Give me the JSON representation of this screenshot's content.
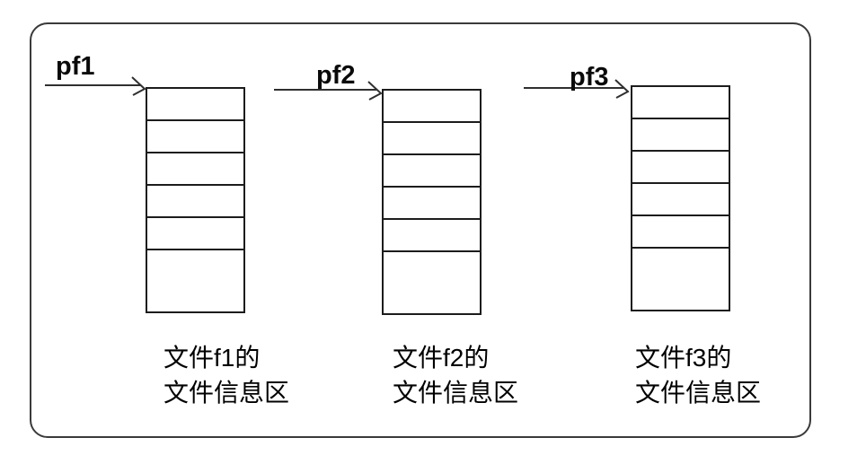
{
  "diagram": {
    "background_color": "#ffffff",
    "frame_color": "#3a3a3a",
    "line_color": "#2f2f2f",
    "text_color": "#000000",
    "columns": [
      {
        "pointer_label": "pf1",
        "caption_line1": "文件f1的",
        "caption_line2": "文件信息区",
        "rows": 6
      },
      {
        "pointer_label": "pf2",
        "caption_line1": "文件f2的",
        "caption_line2": "文件信息区",
        "rows": 6
      },
      {
        "pointer_label": "pf3",
        "caption_line1": "文件f3的",
        "caption_line2": "文件信息区",
        "rows": 6
      }
    ]
  }
}
